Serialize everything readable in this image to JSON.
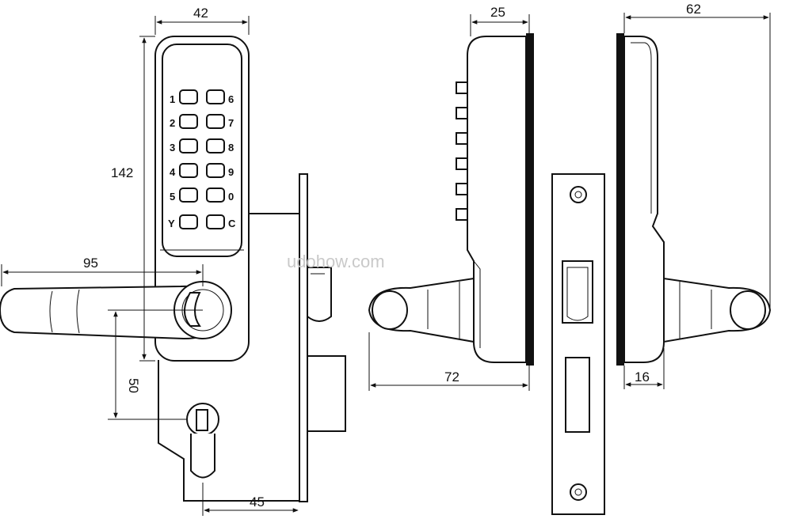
{
  "dimensions": {
    "width_42": "42",
    "height_142": "142",
    "handle_95": "95",
    "spindle_50": "50",
    "backset_45": "45",
    "depth_25": "25",
    "depth_62": "62",
    "depth_72": "72",
    "depth_16": "16"
  },
  "keypad": {
    "left_keys": [
      "1",
      "2",
      "3",
      "4",
      "5",
      "Y"
    ],
    "right_keys": [
      "6",
      "7",
      "8",
      "9",
      "0",
      "C"
    ]
  },
  "watermark": "udohow.com"
}
